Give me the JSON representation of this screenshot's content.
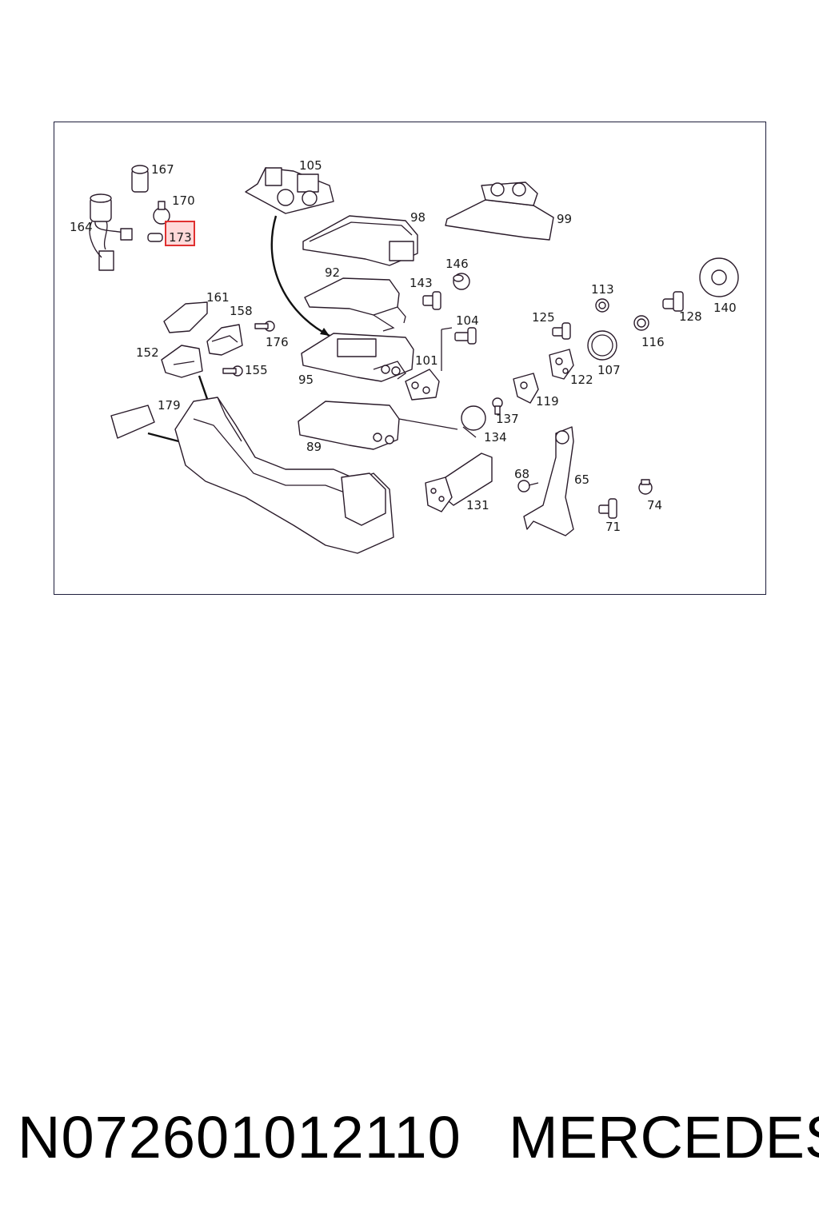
{
  "diagram": {
    "callouts": {
      "c167": "167",
      "c170": "170",
      "c164": "164",
      "c173": "173",
      "c105": "105",
      "c98": "98",
      "c99": "99",
      "c92": "92",
      "c146": "146",
      "c143": "143",
      "c104": "104",
      "c113": "113",
      "c125": "125",
      "c128": "128",
      "c140": "140",
      "c161": "161",
      "c158": "158",
      "c176": "176",
      "c152": "152",
      "c155": "155",
      "c95": "95",
      "c101": "101",
      "c116": "116",
      "c107": "107",
      "c122": "122",
      "c119": "119",
      "c137": "137",
      "c179": "179",
      "c134": "134",
      "c89": "89",
      "c68": "68",
      "c65": "65",
      "c131": "131",
      "c74": "74",
      "c71": "71"
    },
    "highlighted_part": "173",
    "highlight_color": "#e03030"
  },
  "footer": {
    "part_number": "N072601012110",
    "brand": "MERCEDES"
  }
}
